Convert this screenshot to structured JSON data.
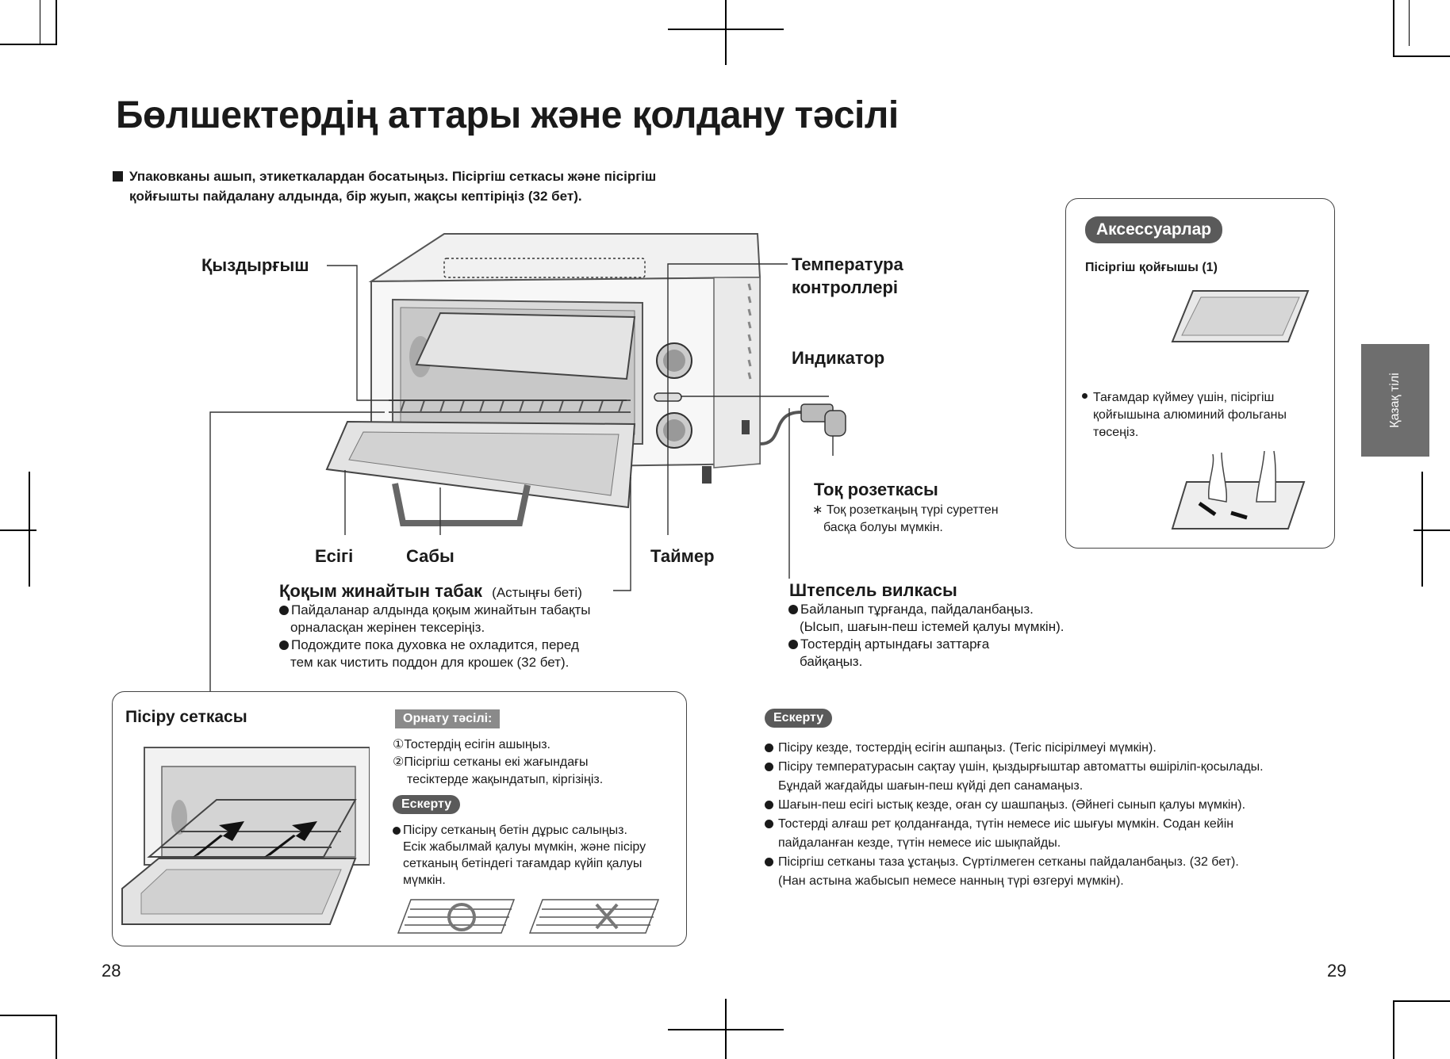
{
  "title": "Бөлшектердің аттары және қолдану тәсілі",
  "intro": {
    "line1": "Упаковканы ашып, этикеткалардан босатыңыз. Пісіргіш сеткасы және пісіргіш",
    "line2": "қойғышты пайдалану алдында, бір жуып, жақсы кептіріңіз (32 бет)."
  },
  "callouts": {
    "heater": "Қыздырғыш",
    "temp_line1": "Температура",
    "temp_line2": "контроллері",
    "indicator": "Индикатор",
    "socket": "Тоқ розеткасы",
    "socket_note1": "∗ Тоқ розеткаңың түрі суреттен",
    "socket_note2": "басқа болуы мүмкін.",
    "door": "Есігі",
    "handle": "Сабы",
    "timer": "Таймер",
    "crumb_tray": "Қоқым жинайтын табак",
    "crumb_tray_sub": "(Астыңғы беті)",
    "crumb_b1_l1": "Пайдаланар алдында қоқым жинайтын табақты",
    "crumb_b1_l2": "орналасқан жерінен тексеріңіз.",
    "crumb_b2_l1": "Подождите пока духовка не охладится, перед",
    "crumb_b2_l2": "тем как чистить поддон для крошек (32 бет).",
    "plug": "Штепсель вилкасы",
    "plug_b1_l1": "Байланып тұрғанда, пайдаланбаңыз.",
    "plug_b1_l2": "(Ысып, шағын-пеш істемей қалуы мүмкін).",
    "plug_b2_l1": "Тостердің артындағы заттарға",
    "plug_b2_l2": "байқаңыз."
  },
  "accessories": {
    "header": "Аксессуарлар",
    "item": "Пісіргіш қойғышы (1)",
    "note_l1": "Тағамдар күймеу үшін, пісіргіш",
    "note_l2": "қойғышына алюминий фольганы",
    "note_l3": "төсеңіз."
  },
  "language_tab": "Қазақ тілі",
  "rack_box": {
    "title": "Пісіру сеткасы",
    "install_label": "Орнату тәсілі:",
    "step1": "①Тостердің есігін ашыңыз.",
    "step2_l1": "②Пісіргіш сетканы екі жағындағы",
    "step2_l2": "тесіктерде жақындатып, кіргізіңіз.",
    "note_label": "Ескерту",
    "note_l1": "Пісіру сетканың бетін дұрыс салыңыз.",
    "note_l2": "Есік жабылмай қалуы мүмкін, және пісіру",
    "note_l3": "сетканың бетіндегі тағамдар күйіп қалуы",
    "note_l4": "мүмкін."
  },
  "warnings": {
    "label": "Ескерту",
    "items": [
      [
        "Пісіру кезде, тостердің есігін ашпаңыз. (Тегіс пісірілмеуі мүмкін)."
      ],
      [
        "Пісіру температурасын сақтау үшін, қыздырғыштар автоматты өшіріліп-қосылады.",
        "Бұндай жағдайды шағын-пеш күйді деп санамаңыз."
      ],
      [
        "Шағын-пеш есігі ыстық кезде, оған су шашпаңыз. (Әйнегі сынып қалуы мүмкін)."
      ],
      [
        "Тостерді алғаш рет қолданғанда, түтін немесе иіс шығуы мүмкін. Содан кейін",
        "пайдаланған кезде, түтін немесе иіс шықпайды."
      ],
      [
        "Пісіргіш сетканы таза ұстаңыз. Сүртілмеген сетканы пайдаланбаңыз. (32 бет).",
        "(Нан астына жабысып немесе нанның түрі өзгеруі мүмкін)."
      ]
    ]
  },
  "page_left": "28",
  "page_right": "29"
}
